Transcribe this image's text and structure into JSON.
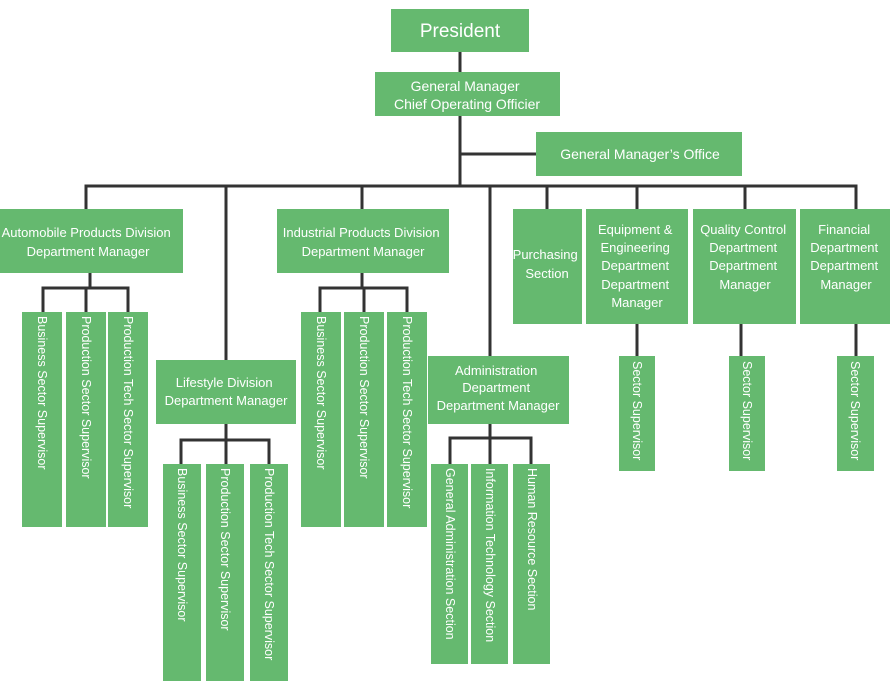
{
  "colors": {
    "box_fill": "#65b96f",
    "connector": "#333333",
    "text": "#ffffff"
  },
  "president": "President",
  "general_manager": [
    "General  Manager",
    "Chief Operating Officier"
  ],
  "gm_office": "General  Manager’s Office",
  "divisions": {
    "automobile": [
      "Automobile Products Division",
      "Department Manager"
    ],
    "industrial": [
      "Industrial Products Division",
      "Department Manager"
    ],
    "lifestyle": [
      "Lifestyle Division",
      "Department Manager"
    ],
    "administration": [
      "Administration",
      "Department",
      "Department Manager"
    ],
    "purchasing": [
      "Purchasing",
      "Section"
    ],
    "equipment": [
      "Equipment &",
      "Engineering",
      "Department",
      "Department",
      "Manager"
    ],
    "quality": [
      "Quality Control",
      "Department",
      "Department",
      "Manager"
    ],
    "financial": [
      "Financial",
      "Department",
      "Department",
      "Manager"
    ]
  },
  "sector_labels": {
    "business": "Business Sector Supervisor",
    "production": "Production Sector Supervisor",
    "production_tech": "Production Tech Sector Supervisor",
    "sector_supervisor": "Sector Supervisor",
    "general_admin": "General Administration Section",
    "info_tech": "Information Technology Section",
    "human_resource": "Human Resource Section"
  }
}
